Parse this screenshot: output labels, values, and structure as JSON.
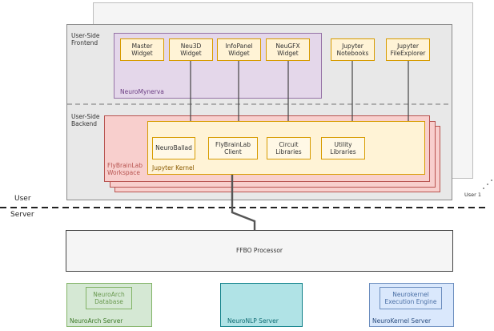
{
  "colors": {
    "frontend_border": "#9673a6",
    "frontend_fill": "#e1d5e7",
    "workspace_border": "#b85450",
    "workspace_fill": "#f8cecc",
    "kernel_border": "#d79b00",
    "kernel_fill": "#fff2cc",
    "neuroarch_border": "#82b366",
    "neuroarch_fill": "#d5e8d4",
    "neuronlp_border": "#0e8088",
    "neuronlp_fill": "#b0e3e6",
    "neurokernel_border": "#6c8ebf",
    "neurokernel_fill": "#dae8fc"
  },
  "labels": {
    "user_side_frontend": "User-Side\nFrontend",
    "user_side_backend": "User-Side\nBackend",
    "neuromynerva": "NeuroMynerva",
    "flybrainlab_workspace": "FlyBrainLab\nWorkspace",
    "jupyter_kernel": "Jupyter Kernel",
    "user": "User",
    "server": "Server",
    "user1": "User 1",
    "ffbo_processor": "FFBO Processor",
    "neuroarch_server": "NeuroArch Server",
    "neuronlp_server": "NeuroNLP Server",
    "neurokernel_server": "NeuroKernel Server"
  },
  "widgets": {
    "master": "Master\nWidget",
    "neu3d": "Neu3D\nWidget",
    "infopanel": "InfoPanel\nWidget",
    "neugfx": "NeuGFX\nWidget",
    "jupyter_notebooks": "Jupyter\nNotebooks",
    "jupyter_fileexplorer": "Jupyter\nFileExplorer"
  },
  "kernel_components": {
    "neuroballad": "NeuroBallad",
    "flybrainlab_client": "FlyBrainLab\nClient",
    "circuit_libraries": "Circuit\nLibraries",
    "utility_libraries": "Utility\nLibraries"
  },
  "servers": {
    "neuroarch_database": "NeuroArch\nDatabase",
    "neurokernel_engine": "Neurokernel\nExecution Engine"
  }
}
